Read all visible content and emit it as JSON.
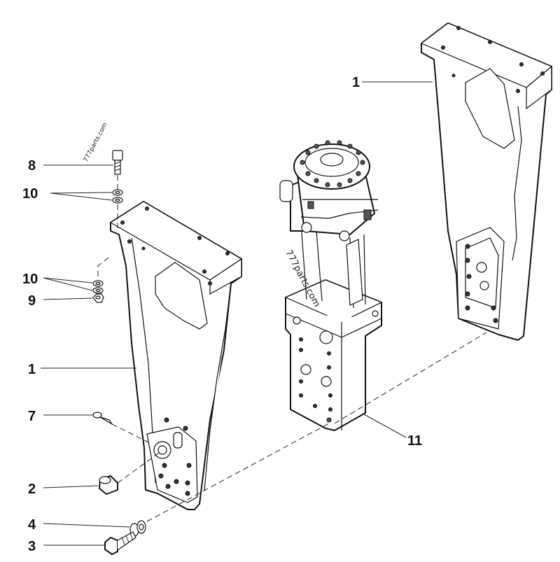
{
  "watermarks": [
    "777parts.com",
    "777parts.com"
  ],
  "callouts": [
    {
      "id": "c1-right",
      "label": "1"
    },
    {
      "id": "c8",
      "label": "8"
    },
    {
      "id": "c10-top",
      "label": "10"
    },
    {
      "id": "c10-mid",
      "label": "10"
    },
    {
      "id": "c9",
      "label": "9"
    },
    {
      "id": "c1-left",
      "label": "1"
    },
    {
      "id": "c7",
      "label": "7"
    },
    {
      "id": "c2",
      "label": "2"
    },
    {
      "id": "c4",
      "label": "4"
    },
    {
      "id": "c3",
      "label": "3"
    },
    {
      "id": "c11",
      "label": "11"
    }
  ]
}
